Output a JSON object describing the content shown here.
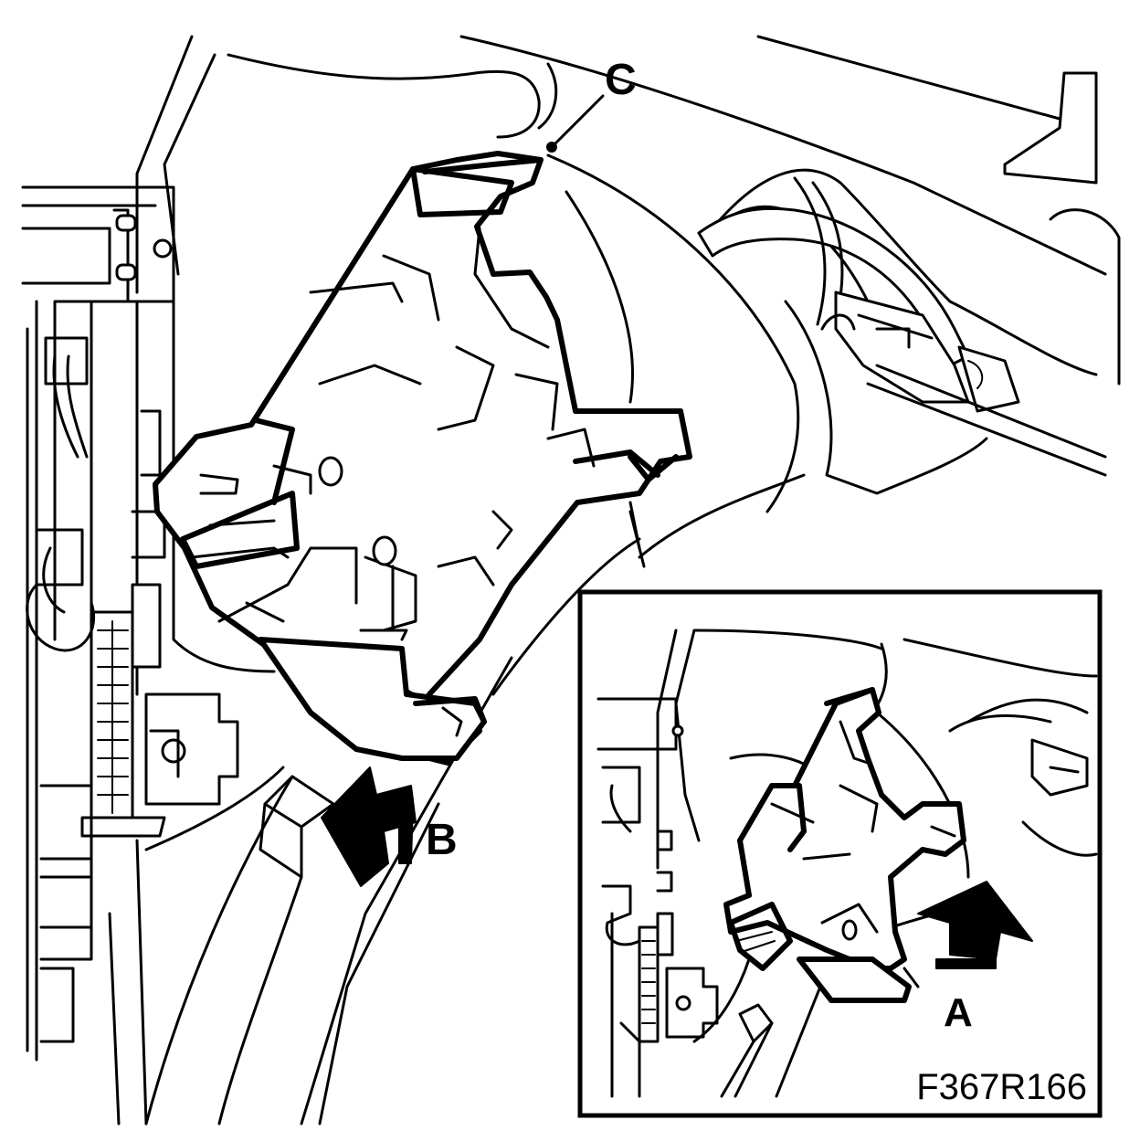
{
  "callouts": {
    "a": "A",
    "b": "B",
    "c": "C"
  },
  "figure_id": "F367R166"
}
